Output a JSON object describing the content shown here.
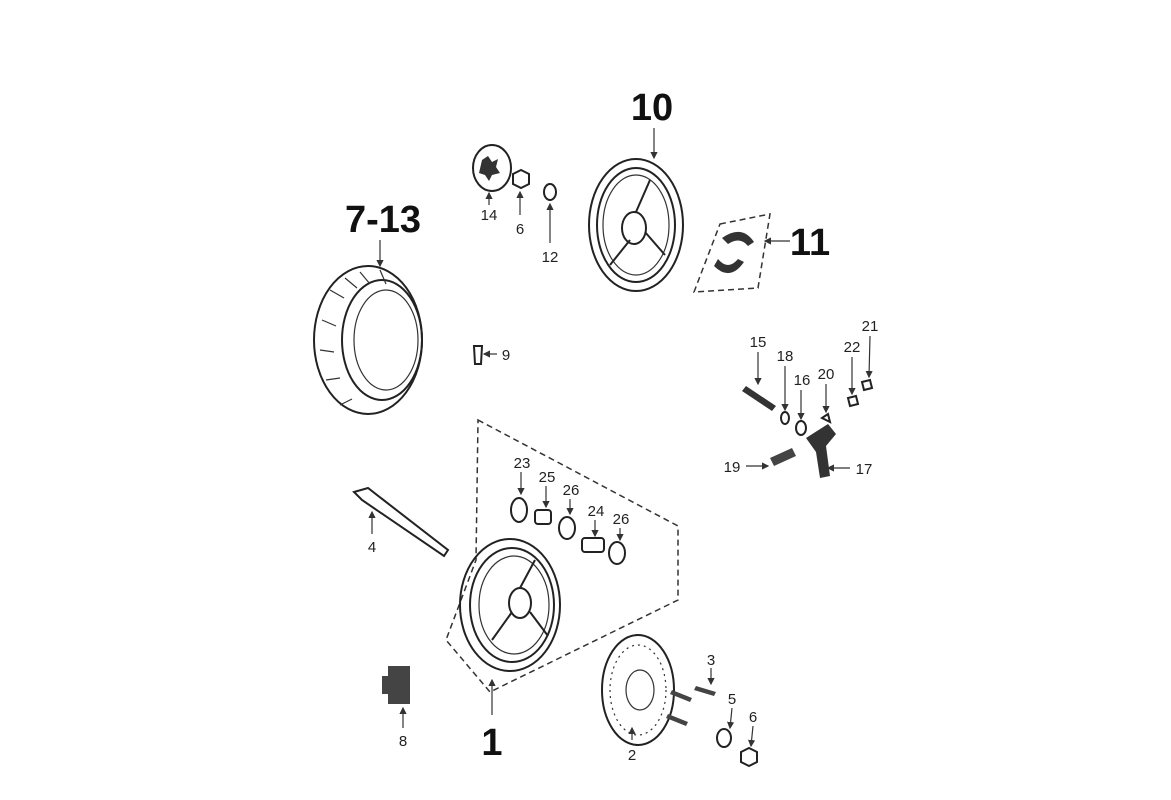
{
  "title": "Wheel parts diagram",
  "callouts": {
    "main_rear_rim": "10",
    "main_tire": "7-13",
    "main_brake_shoes": "11",
    "main_front_wheel": "1",
    "p14": "14",
    "p6a": "6",
    "p12": "12",
    "p9": "9",
    "p15": "15",
    "p18": "18",
    "p16": "16",
    "p20": "20",
    "p22": "22",
    "p21": "21",
    "p19": "19",
    "p17": "17",
    "p23": "23",
    "p25": "25",
    "p26a": "26",
    "p24": "24",
    "p26b": "26",
    "p4": "4",
    "p8": "8",
    "p2": "2",
    "p3": "3",
    "p5": "5",
    "p6b": "6"
  }
}
